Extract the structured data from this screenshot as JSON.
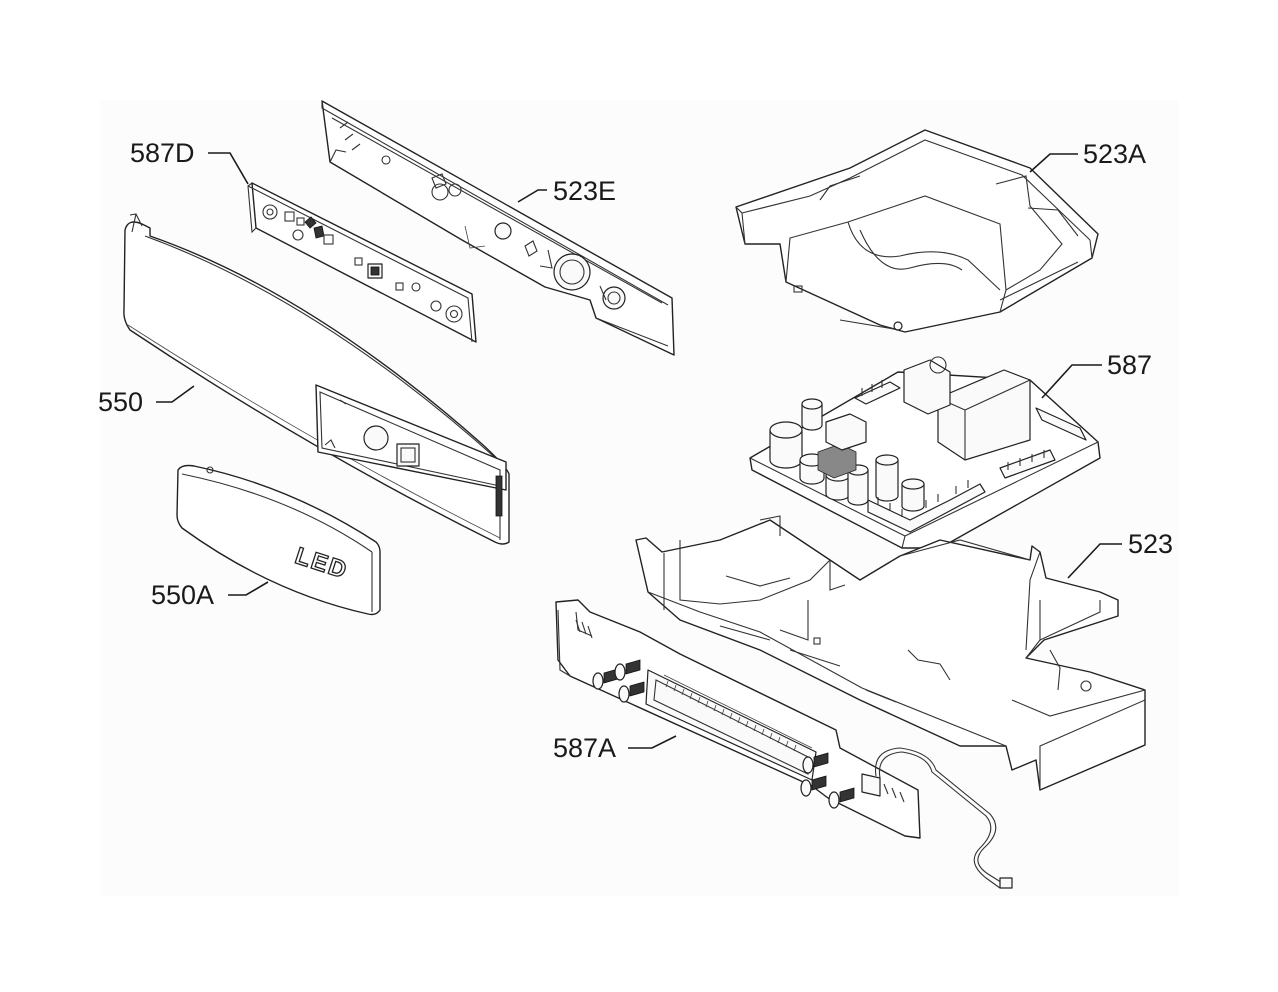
{
  "diagram": {
    "labels": {
      "l_523A": "523A",
      "l_587D": "587D",
      "l_523E": "523E",
      "l_587": "587",
      "l_550": "550",
      "l_523": "523",
      "l_550A": "550A",
      "l_587A": "587A"
    },
    "button_marking": "LED"
  }
}
